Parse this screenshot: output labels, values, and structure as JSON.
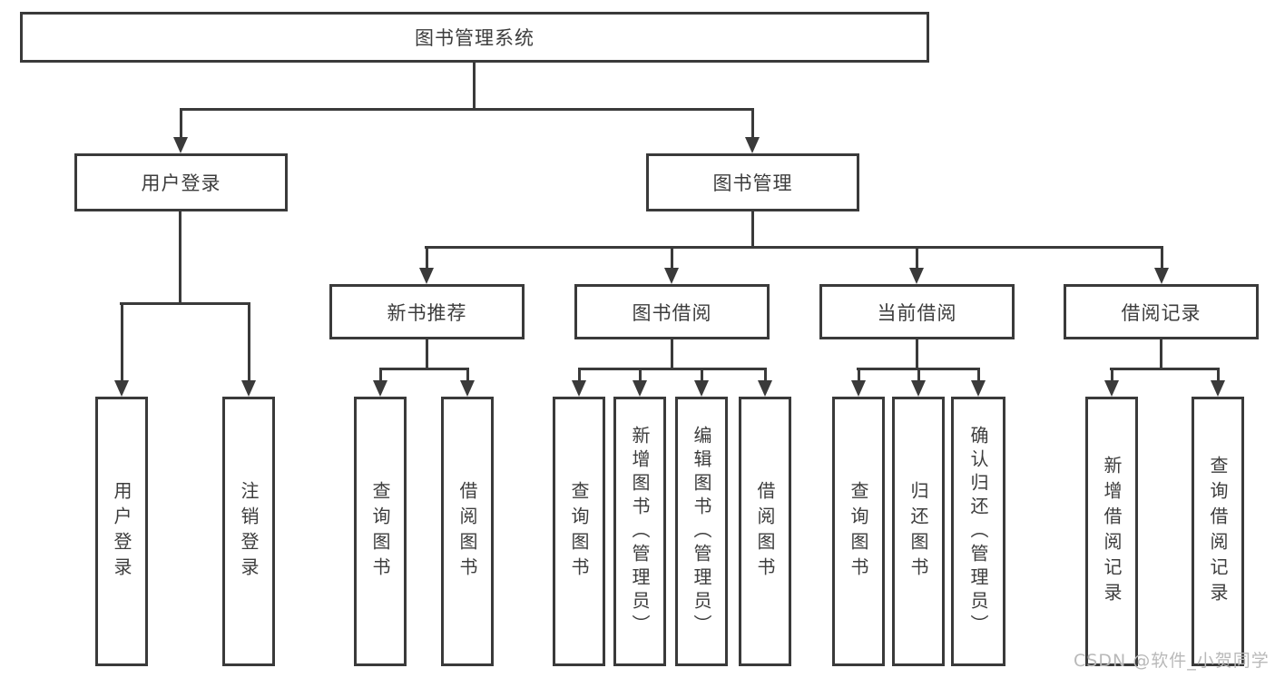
{
  "tree": {
    "label": "图书管理系统",
    "children": [
      {
        "label": "用户登录",
        "children": [
          {
            "label": "用户登录"
          },
          {
            "label": "注销登录"
          }
        ]
      },
      {
        "label": "图书管理",
        "children": [
          {
            "label": "新书推荐",
            "children": [
              {
                "label": "查询图书"
              },
              {
                "label": "借阅图书"
              }
            ]
          },
          {
            "label": "图书借阅",
            "children": [
              {
                "label": "查询图书"
              },
              {
                "label": "新增图书（管理员）"
              },
              {
                "label": "编辑图书（管理员）"
              },
              {
                "label": "借阅图书"
              }
            ]
          },
          {
            "label": "当前借阅",
            "children": [
              {
                "label": "查询图书"
              },
              {
                "label": "归还图书"
              },
              {
                "label": "确认归还（管理员）"
              }
            ]
          },
          {
            "label": "借阅记录",
            "children": [
              {
                "label": "新增借阅记录"
              },
              {
                "label": "查询借阅记录"
              }
            ]
          }
        ]
      }
    ]
  },
  "watermark": {
    "text": "CSDN @软件_小贺同学"
  },
  "colors": {
    "line": "#3a3a3a",
    "text": "#3d3d3d",
    "watermark": "#b9b9b9",
    "background": "#ffffff"
  }
}
